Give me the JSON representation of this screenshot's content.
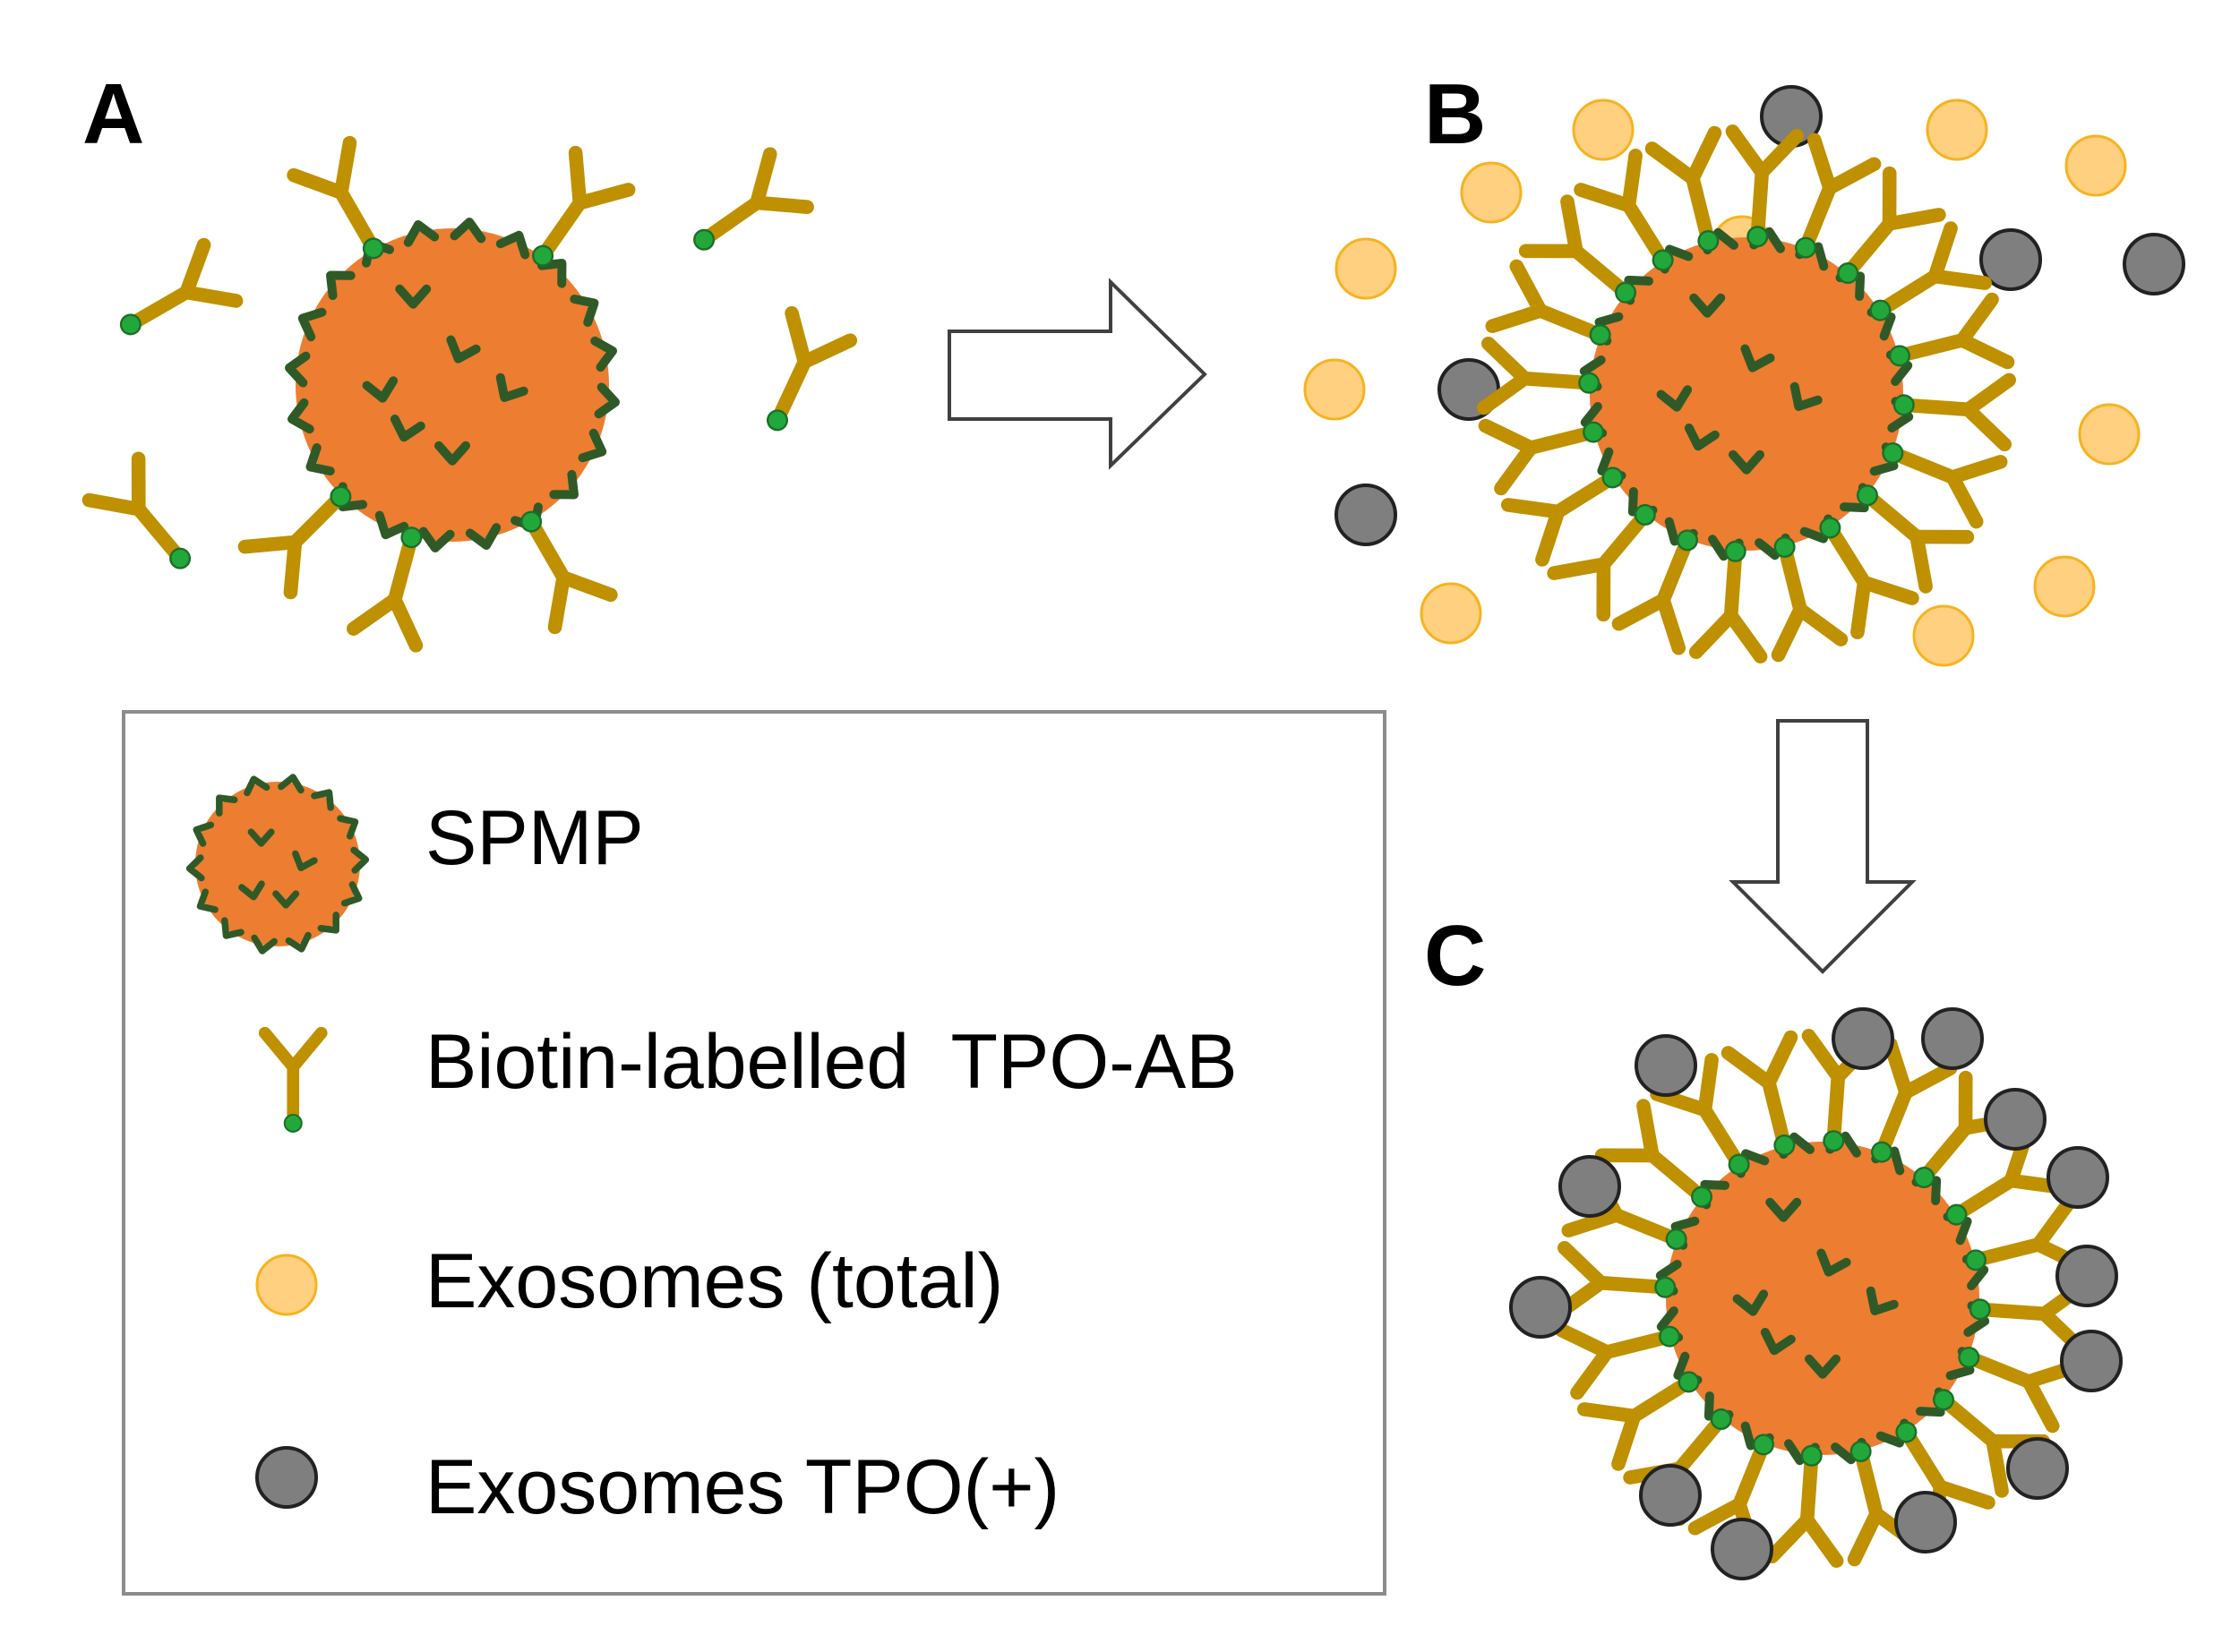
{
  "panels": {
    "a": {
      "label": "A"
    },
    "b": {
      "label": "B"
    },
    "c": {
      "label": "C"
    }
  },
  "legend": {
    "spmp": "SPMP",
    "antibody": "Biotin-labelled  TPO-AB",
    "exosomes_total": "Exosomes (total)",
    "exosomes_tpo": "Exosomes TPO(+)"
  },
  "colors": {
    "particle": "#ED7D31",
    "streptavidin": "#2F5A28",
    "biotin": "#22A83A",
    "antibody": "#BF9000",
    "exosome_total_fill": "#FFD080",
    "exosome_total_stroke": "#F6B320",
    "exosome_tpo_fill": "#7F7F7F",
    "exosome_tpo_stroke": "#222222"
  },
  "icons": {
    "spmp": "spmp-particle-icon",
    "antibody": "antibody-icon",
    "exosome_total": "exosome-total-icon",
    "exosome_tpo": "exosome-tpo-icon",
    "arrow_right": "arrow-right-icon",
    "arrow_down": "arrow-down-icon"
  }
}
